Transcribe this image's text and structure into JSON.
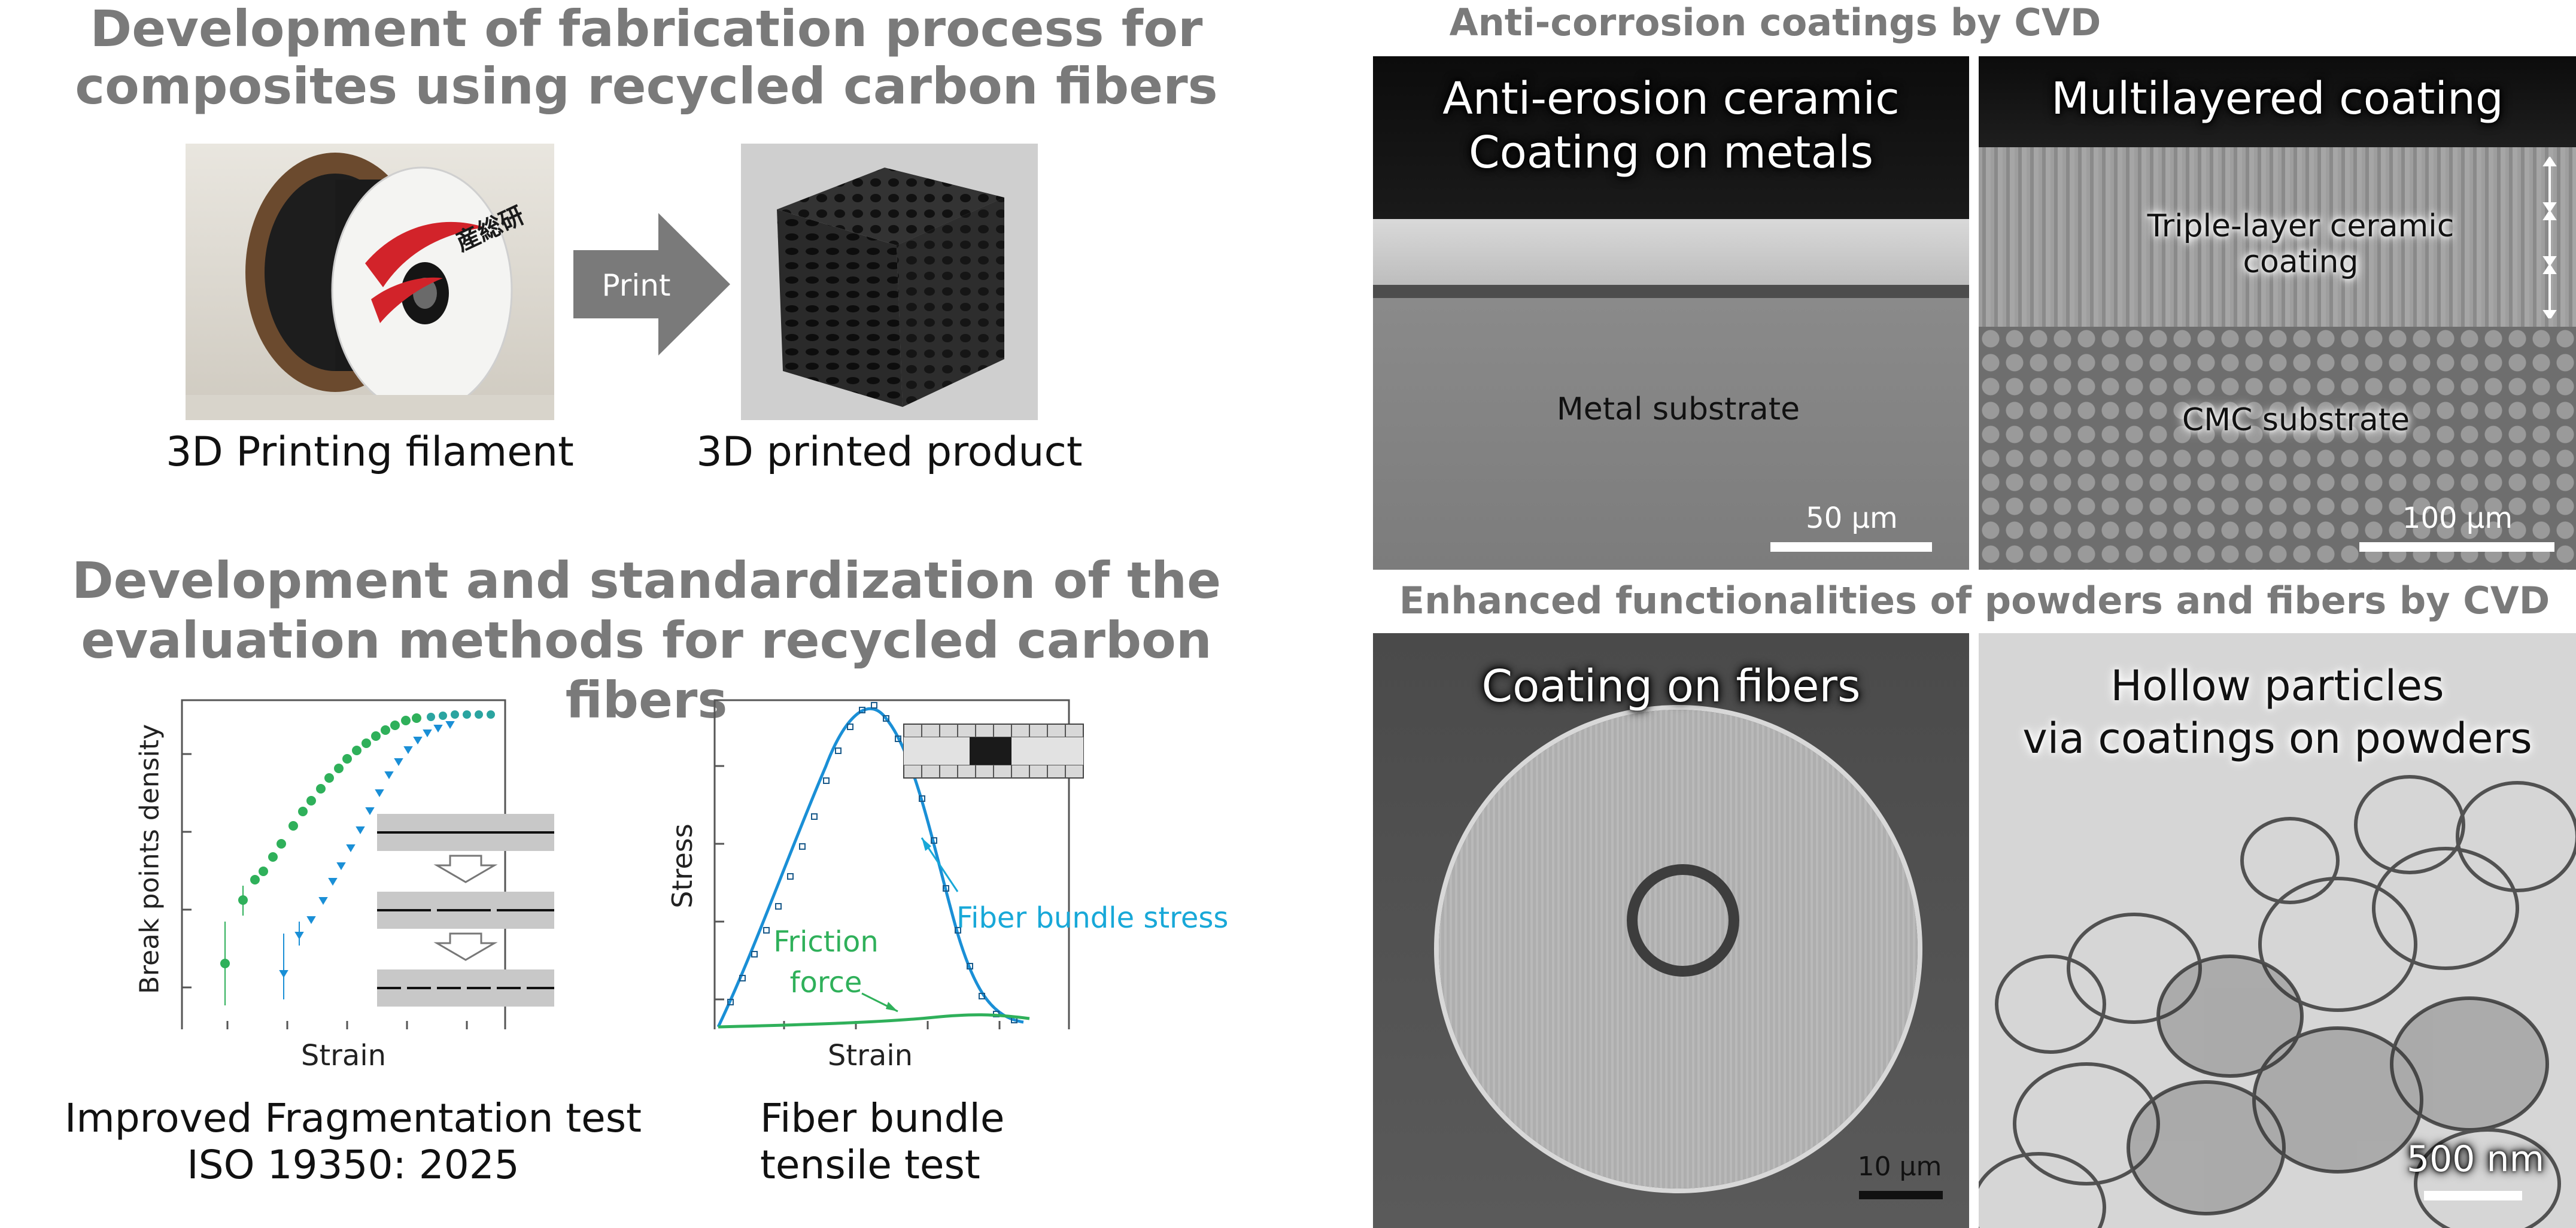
{
  "left": {
    "section1": {
      "title_line1": "Development of fabrication process for",
      "title_line2": "composites using recycled carbon fibers",
      "filament_caption": "3D Printing filament",
      "arrow_label": "Print",
      "product_caption": "3D printed product",
      "spool_logo_text": "産総研"
    },
    "section2": {
      "title_line1": "Development and standardization of the",
      "title_line2": "evaluation methods for recycled carbon fibers",
      "frag_chart": {
        "ylabel": "Break points density",
        "xlabel": "Strain",
        "caption_line1": "Improved Fragmentation test",
        "caption_line2": "ISO 19350: 2025"
      },
      "tensile_chart": {
        "ylabel": "Stress",
        "xlabel": "Strain",
        "fiber_label": "Fiber bundle stress",
        "friction_label_line1": "Friction",
        "friction_label_line2": "force",
        "caption_line1": "Fiber bundle",
        "caption_line2": "tensile test"
      }
    }
  },
  "right": {
    "top_title": "Anti-corrosion coatings by CVD",
    "panel_metal": {
      "title_line1": "Anti-erosion ceramic",
      "title_line2": "Coating on metals",
      "substrate_label": "Metal substrate",
      "scale_label": "50 μm"
    },
    "panel_multi": {
      "title": "Multilayered coating",
      "layer_label": "Triple-layer ceramic coating",
      "substrate_label": "CMC substrate",
      "scale_label": "100 μm"
    },
    "mid_title": "Enhanced functionalities of powders and fibers by CVD",
    "panel_fiber": {
      "title": "Coating on fibers",
      "scale_label": "10 μm"
    },
    "panel_hollow": {
      "title_line1": "Hollow particles",
      "title_line2": "via coatings on powders",
      "scale_label": "500 nm"
    }
  },
  "colors": {
    "title_gray": "#7a7a7a",
    "green_series": "#2fb05a",
    "blue_series": "#1a8fd6",
    "cyan_label": "#18a8d8",
    "arrow_gray": "#7a7a7a"
  }
}
